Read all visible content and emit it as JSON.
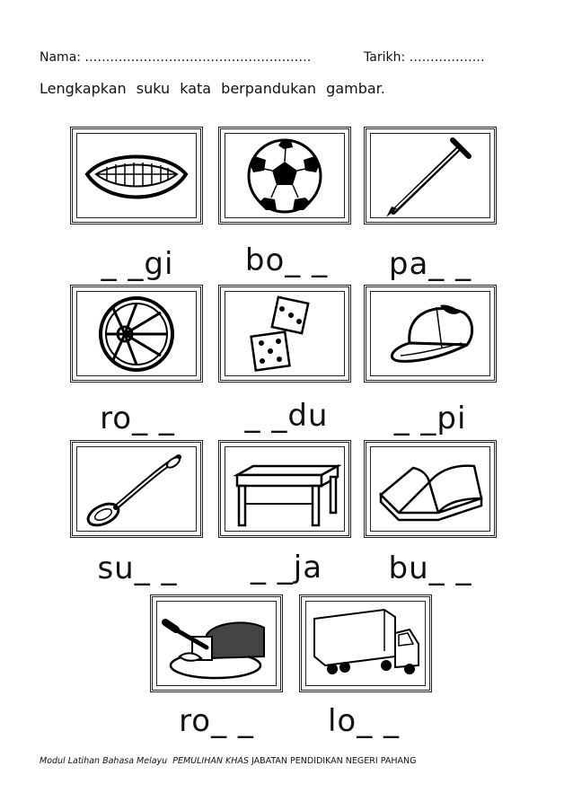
{
  "header": {
    "name_label": "Nama: ………………………………………………",
    "date_label": "Tarikh: ………………"
  },
  "instruction": "Lengkapkan  suku  kata  berpandukan  gambar.",
  "items": [
    {
      "picture": "mouth-teeth-icon",
      "word": "_ _gi"
    },
    {
      "picture": "soccer-ball-icon",
      "word": "bo_ _"
    },
    {
      "picture": "nail-icon",
      "word": "pa_ _"
    },
    {
      "picture": "wheel-icon",
      "word": "ro_ _"
    },
    {
      "picture": "dice-icon",
      "word": "_ _du"
    },
    {
      "picture": "cap-icon",
      "word": "_ _pi"
    },
    {
      "picture": "spoon-icon",
      "word": "su_ _"
    },
    {
      "picture": "table-icon",
      "word": "_ _ja"
    },
    {
      "picture": "book-icon",
      "word": "bu_ _"
    },
    {
      "picture": "bread-icon",
      "word": "ro_ _"
    },
    {
      "picture": "truck-icon",
      "word": "lo_ _"
    }
  ],
  "footer": {
    "part1": "Modul Latihan Bahasa Melayu",
    "part2": "PEMULIHAN KHAS",
    "part3": "JABATAN PENDIDIKAN NEGERI PAHANG"
  }
}
